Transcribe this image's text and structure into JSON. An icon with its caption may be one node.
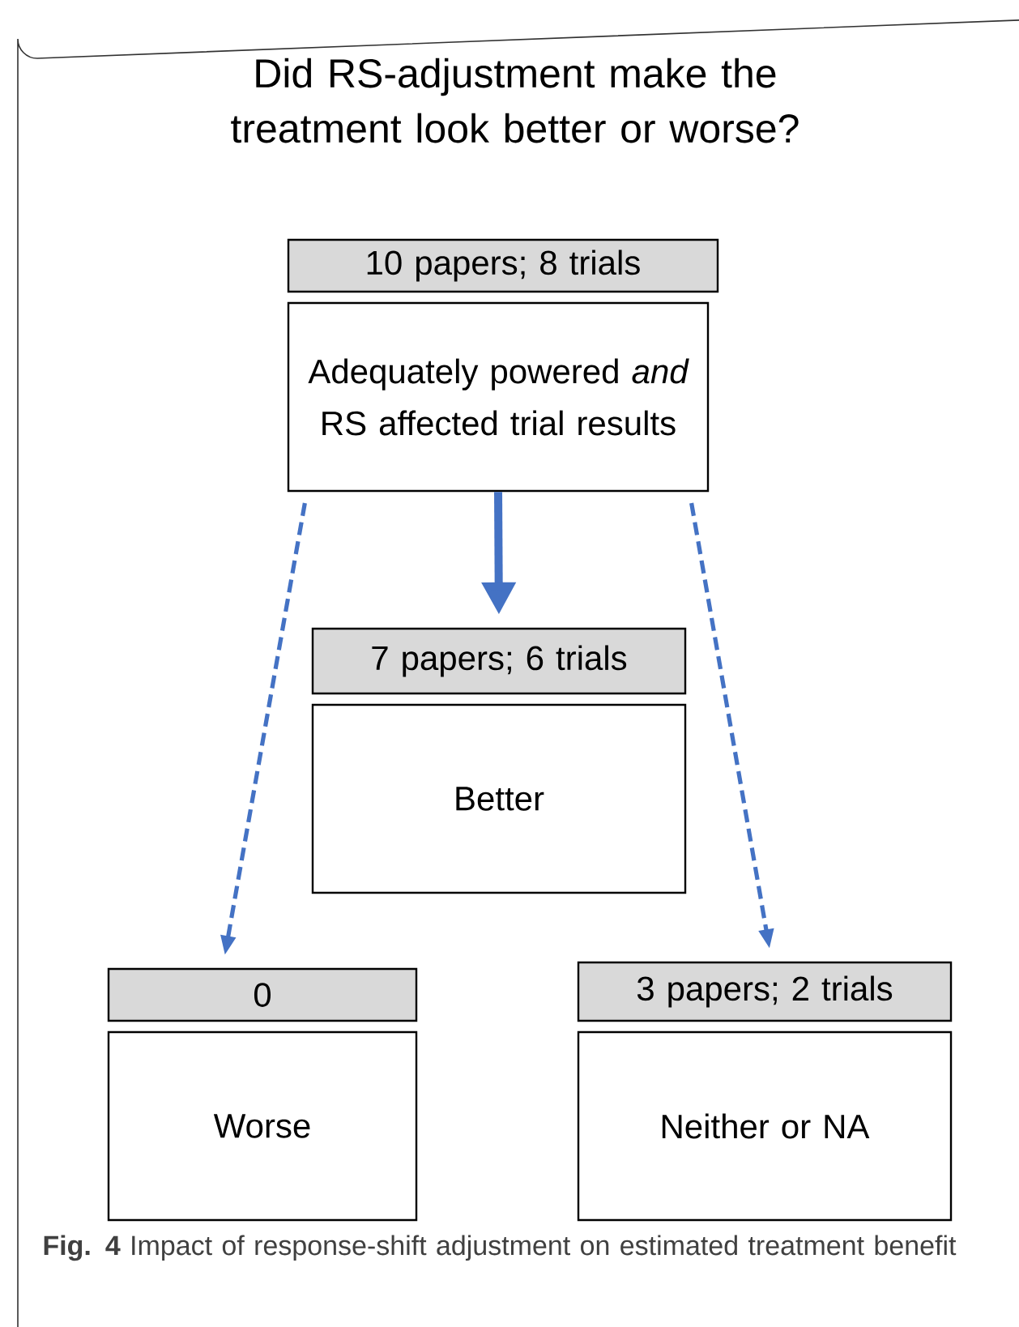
{
  "diagram": {
    "title": "Did RS-adjustment make the treatment look better or worse?",
    "caption": "**Fig. 4** Impact of response-shift adjustment on estimated treatment benefit",
    "nodes": [
      {
        "text": [
          "10 papers; 8 trials"
        ]
      },
      {
        "text": [
          "Adequately powered *and* RS affected trial results"
        ]
      },
      {
        "text": [
          "7 papers; 6 trials"
        ]
      },
      {
        "text": [
          "Better"
        ]
      },
      {
        "text": [
          "0"
        ]
      },
      {
        "text": [
          "Worse"
        ]
      },
      {
        "text": [
          "3 papers; 2 trials"
        ]
      },
      {
        "text": [
          "Neither or NA"
        ]
      }
    ],
    "edges": [
      {
        "from": 1,
        "to": 2,
        "arrow": "to",
        "style": "thick"
      },
      {
        "from": 1,
        "to": 4,
        "arrow": "to",
        "style": "dashed"
      },
      {
        "from": 1,
        "to": 6,
        "arrow": "to",
        "style": "dashed"
      }
    ]
  }
}
